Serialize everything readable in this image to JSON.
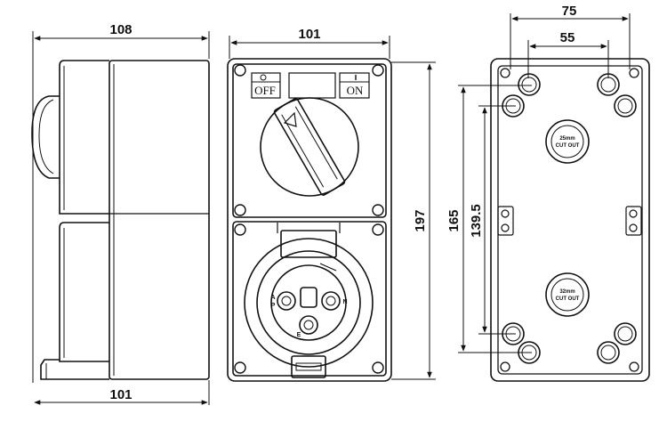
{
  "dimensions": {
    "side_depth_top": "108",
    "side_depth_bottom": "101",
    "front_width": "101",
    "front_height": "197",
    "rear_outer_width": "75",
    "rear_inner_width": "55",
    "rear_height_outer": "165",
    "rear_height_inner": "139.5"
  },
  "switch": {
    "off_label": "OFF",
    "on_label": "ON",
    "off_symbol": "0",
    "on_symbol": "I"
  },
  "socket": {
    "pin_a": "A",
    "pin_p": "P",
    "pin_n": "N",
    "pin_e": "E"
  },
  "cutouts": {
    "top_line1": "25mm",
    "top_line2": "CUT OUT",
    "bottom_line1": "32mm",
    "bottom_line2": "CUT OUT"
  },
  "colors": {
    "line": "#111111",
    "fill": "#ffffff"
  }
}
